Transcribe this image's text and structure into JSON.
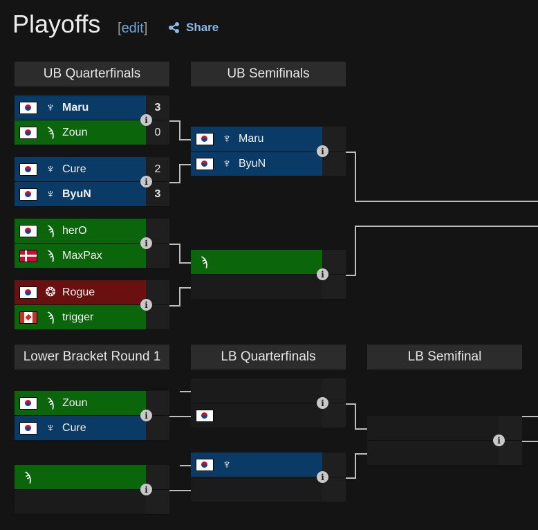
{
  "page": {
    "title": "Playoffs",
    "edit_label": "edit",
    "share_label": "Share"
  },
  "headers": {
    "ub_qf": "UB Quarterfinals",
    "ub_sf": "UB Semifinals",
    "lb_r1": "Lower Bracket Round 1",
    "lb_qf": "LB Quarterfinals",
    "lb_sf": "LB Semifinal"
  },
  "info_glyph": "i",
  "matches": {
    "ubqf1": {
      "p1": {
        "name": "Maru",
        "score": "3",
        "flag": "kr",
        "race": "terran-icon"
      },
      "p2": {
        "name": "Zoun",
        "score": "0",
        "flag": "kr",
        "race": "protoss-icon"
      }
    },
    "ubqf2": {
      "p1": {
        "name": "Cure",
        "score": "2",
        "flag": "kr",
        "race": "terran-icon"
      },
      "p2": {
        "name": "ByuN",
        "score": "3",
        "flag": "kr",
        "race": "terran-icon"
      }
    },
    "ubqf3": {
      "p1": {
        "name": "herO",
        "score": "",
        "flag": "kr",
        "race": "protoss-icon"
      },
      "p2": {
        "name": "MaxPax",
        "score": "",
        "flag": "dk",
        "race": "protoss-icon"
      }
    },
    "ubqf4": {
      "p1": {
        "name": "Rogue",
        "score": "",
        "flag": "kr",
        "race": "zerg-icon"
      },
      "p2": {
        "name": "trigger",
        "score": "",
        "flag": "ca",
        "race": "protoss-icon"
      }
    },
    "ubsf1": {
      "p1": {
        "name": "Maru",
        "flag": "kr",
        "race": "terran-icon"
      },
      "p2": {
        "name": "ByuN",
        "flag": "kr",
        "race": "terran-icon"
      }
    },
    "ubsf2": {
      "p1": {
        "race": "protoss-icon"
      }
    },
    "lbr1a": {
      "p1": {
        "name": "Zoun",
        "flag": "kr",
        "race": "protoss-icon"
      },
      "p2": {
        "name": "Cure",
        "flag": "kr",
        "race": "terran-icon"
      }
    },
    "lbr1b": {
      "p1": {
        "race": "protoss-icon"
      }
    },
    "lbqf1": {
      "p2": {
        "flag": "kr"
      }
    },
    "lbqf2": {
      "p1": {
        "flag": "kr",
        "race": "terran-icon"
      }
    }
  },
  "colors": {
    "terran_blue": "#0a3a66",
    "protoss_green": "#0b650b",
    "zerg_red": "#6a1010",
    "link_blue": "#8bb8e8"
  }
}
